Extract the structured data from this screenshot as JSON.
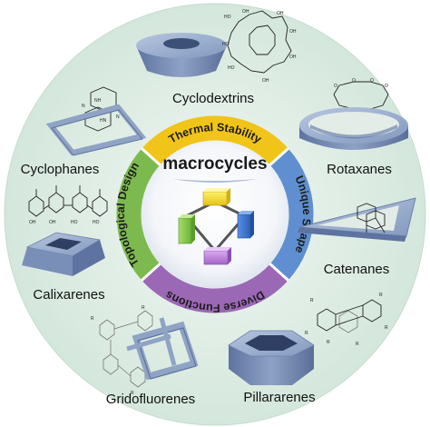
{
  "center": {
    "title": "macrocycles"
  },
  "ring": {
    "top": "Thermal Stability",
    "right": "Unique Shape",
    "bottom": "Diverse Functions",
    "left": "Topological Design"
  },
  "labels": {
    "cyclodextrins": "Cyclodextrins",
    "rotaxanes": "Rotaxanes",
    "catenanes": "Catenanes",
    "pillararenes": "Pillararenes",
    "gridofluorenes": "Gridofluorenes",
    "calixarenes": "Calixarenes",
    "cyclophanes": "Cyclophanes"
  },
  "colors": {
    "outer_disc": "#dcebe2",
    "ring_top": "#f0c418",
    "ring_right": "#5f8fd0",
    "ring_bottom": "#9b68b6",
    "ring_left": "#7cba4f",
    "shape_steel": "#8fa3c4"
  }
}
